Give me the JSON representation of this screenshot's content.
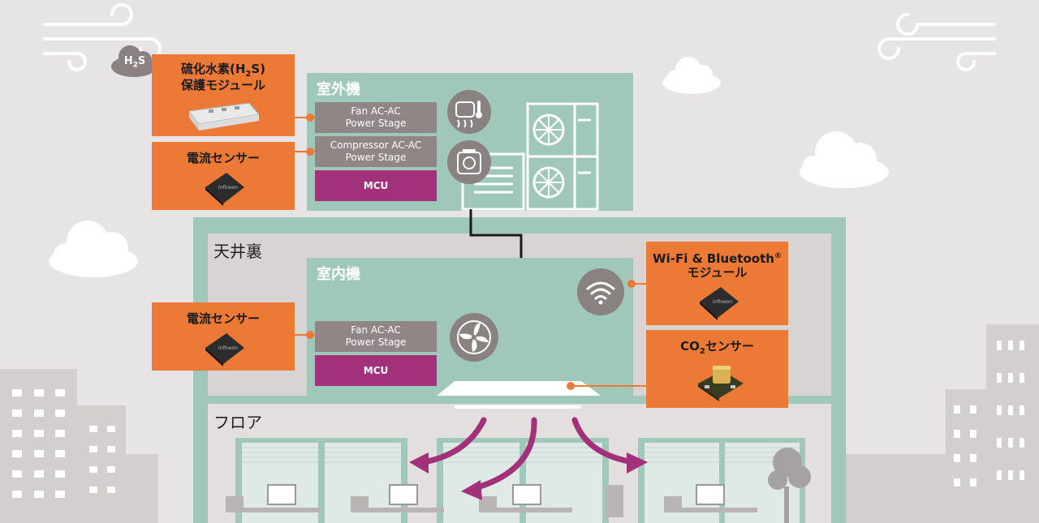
{
  "colors": {
    "orange": "#ec7a36",
    "teal": "#9fc8bb",
    "teal_dark": "#8bbfae",
    "purple": "#a3307a",
    "gray_box": "#8f8685",
    "icon_circle": "#8a8181",
    "building_gray": "#d3cfce",
    "background": "#e6e4e4"
  },
  "h2s_badge": {
    "main": "H",
    "sub": "2",
    "tail": "S"
  },
  "h2s_module": {
    "line1": "硫化水素",
    "formula_open": "(H",
    "formula_sub": "2",
    "formula_close": "S)",
    "line2": "保護モジュール"
  },
  "outdoor_current_sensor": {
    "title": "電流センサー"
  },
  "outdoor_unit": {
    "title": "室外機",
    "fan_stage": [
      "Fan AC-AC",
      "Power Stage"
    ],
    "compressor_stage": [
      "Compressor AC-AC",
      "Power Stage"
    ],
    "mcu": "MCU",
    "icons": [
      "fan-temperature-icon",
      "compressor-icon"
    ]
  },
  "ceiling": {
    "label": "天井裏"
  },
  "indoor_unit": {
    "title": "室内機",
    "fan_stage": [
      "Fan AC-AC",
      "Power Stage"
    ],
    "mcu": "MCU",
    "icons": [
      "wifi-icon",
      "fan-icon"
    ]
  },
  "indoor_current_sensor": {
    "title": "電流センサー"
  },
  "wifi_module": {
    "line1": "Wi-Fi & Bluetooth",
    "reg": "®",
    "line2": "モジュール"
  },
  "co2_sensor": {
    "main": "CO",
    "sub": "2",
    "tail": "センサー"
  },
  "floor": {
    "label": "フロア"
  },
  "chip_brand": "infineon"
}
